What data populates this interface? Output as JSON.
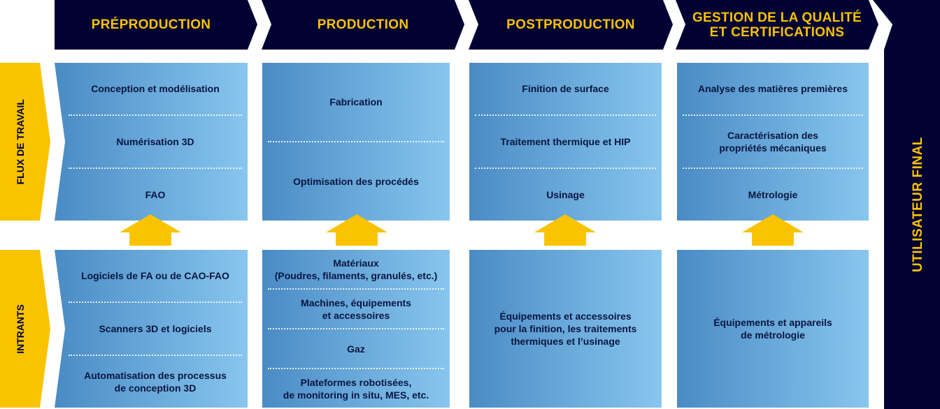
{
  "headers": [
    "PRÉPRODUCTION",
    "PRODUCTION",
    "POSTPRODUCTION",
    "GESTION DE LA QUALITÉ\nET CERTIFICATIONS"
  ],
  "final": "UTILISATEUR FINAL",
  "rows": {
    "workflow": "FLUX DE TRAVAIL",
    "inputs": "INTRANTS"
  },
  "workflow": [
    [
      "Conception et modélisation",
      "Numérisation 3D",
      "FAO"
    ],
    [
      "Fabrication",
      "Optimisation des procédés"
    ],
    [
      "Finition de surface",
      "Traitement thermique et HIP",
      "Usinage"
    ],
    [
      "Analyse des matières premières",
      "Caractérisation des\npropriétés mécaniques",
      "Métrologie"
    ]
  ],
  "inputs": [
    [
      "Logiciels de FA ou de CAO-FAO",
      "Scanners 3D et logiciels",
      "Automatisation des processus\nde conception 3D"
    ],
    [
      "Matériaux\n(Poudres, filaments, granulés, etc.)",
      "Machines, équipements\net accessoires",
      "Gaz",
      "Plateformes robotisées,\nde monitoring in situ, MES, etc."
    ],
    [
      "Équipements et accessoires\npour la finition, les traitements\nthermiques et l’usinage"
    ],
    [
      "Équipements et appareils\nde métrologie"
    ]
  ],
  "colors": {
    "navy": "#000033",
    "yellow": "#F9C300",
    "blue_start": "#4A8BC5",
    "blue_end": "#88C6EE"
  }
}
